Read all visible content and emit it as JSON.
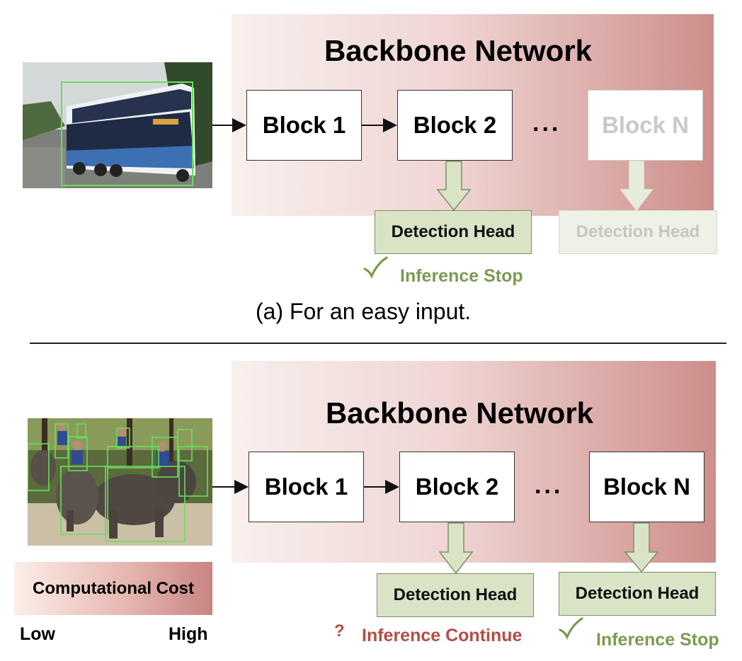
{
  "colors": {
    "detection_head_fill": "#d9e3c6",
    "stop_green": "#7d9a51",
    "continue_red": "#b24e45",
    "backbone_gradient_end": "#cd8e8a",
    "bbox_green": "#66e05a"
  },
  "panel_a": {
    "backbone_title": "Backbone Network",
    "block1": "Block 1",
    "block2": "Block 2",
    "dots": "...",
    "blockN": "Block N",
    "head1": "Detection Head",
    "headN": "Detection Head",
    "status_icon": "checkmark-icon",
    "status_text": "Inference Stop",
    "caption": "(a) For an easy input."
  },
  "panel_b": {
    "backbone_title": "Backbone Network",
    "block1": "Block 1",
    "block2": "Block 2",
    "dots": "...",
    "blockN": "Block N",
    "head1": "Detection Head",
    "headN": "Detection Head",
    "status1_icon": "question-mark-icon",
    "status1_glyph": "?",
    "status1_text": "Inference Continue",
    "status2_icon": "checkmark-icon",
    "status2_text": "Inference Stop"
  },
  "legend": {
    "title": "Computational Cost",
    "low": "Low",
    "high": "High"
  }
}
